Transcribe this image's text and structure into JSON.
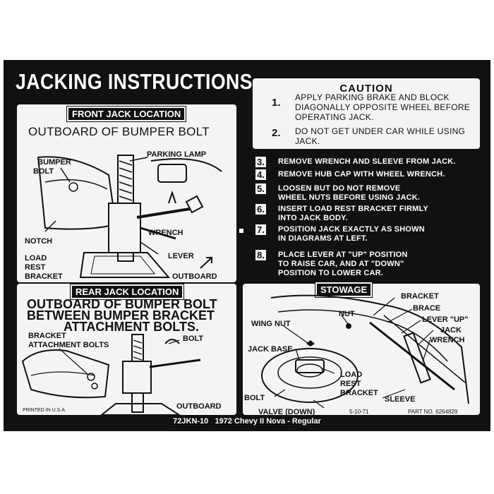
{
  "title": "JACKING INSTRUCTIONS",
  "front": {
    "section_label": "FRONT JACK LOCATION",
    "heading": "OUTBOARD OF BUMPER BOLT",
    "labels": {
      "bumper_bolt": "BUMPER\nBOLT",
      "parking_lamp": "PARKING LAMP",
      "wrench": "WRENCH",
      "notch": "NOTCH",
      "lever": "LEVER",
      "load_rest_bracket": "LOAD\nREST\nBRACKET",
      "outboard": "OUTBOARD"
    }
  },
  "caution": {
    "heading": "CAUTION",
    "items": [
      {
        "num": "1.",
        "text": "APPLY PARKING BRAKE AND BLOCK\nDIAGONALLY OPPOSITE WHEEL BEFORE\nOPERATING JACK."
      },
      {
        "num": "2.",
        "text": "DO NOT GET UNDER CAR WHILE USING\nJACK."
      }
    ]
  },
  "steps": [
    {
      "num": "3.",
      "text": "REMOVE WRENCH AND SLEEVE FROM JACK."
    },
    {
      "num": "4.",
      "text": "REMOVE HUB CAP WITH WHEEL WRENCH."
    },
    {
      "num": "5.",
      "text": "LOOSEN BUT DO NOT REMOVE\nWHEEL NUTS BEFORE USING JACK."
    },
    {
      "num": "6.",
      "text": "INSERT LOAD REST BRACKET FIRMLY\nINTO JACK BODY."
    },
    {
      "num": "7.",
      "text": "POSITION JACK EXACTLY AS SHOWN\nIN DIAGRAMS AT LEFT."
    },
    {
      "num": "8.",
      "text": "PLACE LEVER AT \"UP\" POSITION\nTO RAISE CAR, AND AT \"DOWN\"\nPOSITION TO LOWER CAR."
    }
  ],
  "rear": {
    "section_label": "REAR JACK LOCATION",
    "heading_lines": [
      "OUTBOARD OF BUMPER BOLT",
      "BETWEEN BUMPER BRACKET",
      "ATTACHMENT BOLTS."
    ],
    "labels": {
      "bracket_bolts": "BRACKET\nATTACHMENT BOLTS",
      "bolt": "BOLT",
      "outboard": "OUTBOARD",
      "printed": "PRINTED IN U.S.A."
    }
  },
  "stowage": {
    "section_label": "STOWAGE",
    "labels": {
      "bracket": "BRACKET",
      "brace": "BRACE",
      "nut": "NUT",
      "wing_nut": "WING NUT",
      "lever_up": "LEVER \"UP\"",
      "jack": "JACK",
      "wrench": "WRENCH",
      "jack_base": "JACK BASE",
      "load_rest_bracket": "LOAD\nREST\nBRACKET",
      "bolt": "BOLT",
      "sleeve": "SLEEVE",
      "valve_down": "VALVE (DOWN)",
      "date": "5-10-71",
      "part_no": "PART NO. 6264829"
    }
  },
  "footer": "72JKN-10   1972 Chevy II Nova - Regular"
}
